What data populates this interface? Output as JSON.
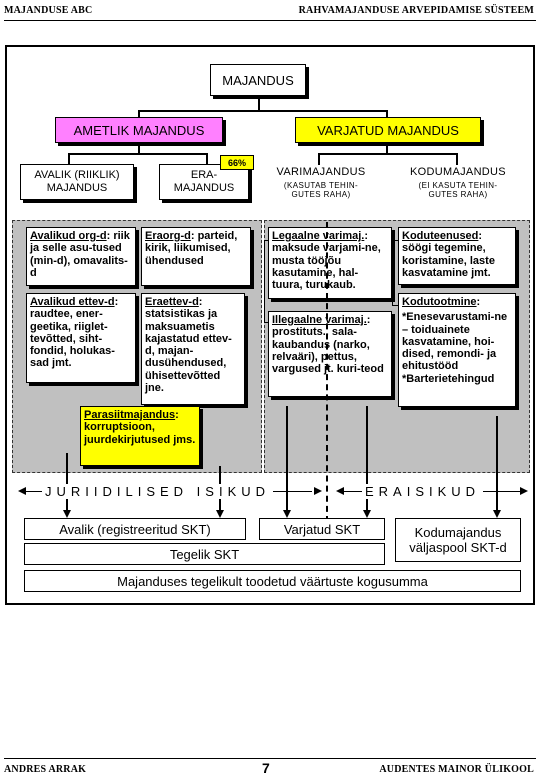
{
  "header": {
    "left": "MAJANDUSE ABC",
    "right": "RAHVAMAJANDUSE ARVEPIDAMISE SÜSTEEM"
  },
  "footer": {
    "left": "ANDRES ARRAK",
    "page": "7",
    "right": "AUDENTES MAINOR ÜLIKOOL"
  },
  "diagram": {
    "root": "MAJANDUS",
    "ametlik": "AMETLIK MAJANDUS",
    "varjatud": "VARJATUD MAJANDUS",
    "avalik_line1": "AVALIK (RIIKLIK)",
    "avalik_line2": "MAJANDUS",
    "era_line1": "ERA-",
    "era_line2": "MAJANDUS",
    "era_badge": "66%",
    "vari": "VARIMAJANDUS",
    "vari_note1": "(KASUTAB TEHIN-",
    "vari_note2": "GUTES RAHA)",
    "kodu": "KODUMAJANDUS",
    "kodu_note1": "(EI KASUTA TEHIN-",
    "kodu_note2": "GUTES RAHA)",
    "avalik_org_title": "Avalikud org-d",
    "avalik_org_body": ": riik ja selle asu-tused (min-d), omavalits-d",
    "era_org_title": "Eraorg-d",
    "era_org_body": ": parteid, kirik, liikumised, ühendused",
    "avalik_ettev_title": "Avalikud ettev-d",
    "avalik_ettev_body": ": raudtee, ener-geetika, riiglet-tevõtted, siht-fondid, holukas-sad jmt.",
    "era_ettev_title": "Eraettev-d",
    "era_ettev_body": ": statsistikas ja maksuametis kajastatud ettev-d, majan-dusühendused, ühisettevõtted jne.",
    "legaalne_title": "Legaalne varimaj.",
    "legaalne_body": ": maksude varjami-ne, musta tööjõu kasutamine, hal-tuura, turukaub.",
    "illegaalne_title": "Illegaalne varimaj.",
    "illegaalne_body": ": prostituts., sala-kaubandus (narko, relvaäri), pettus, vargused jt. kuri-teod",
    "koduteenused_title": "Koduteenused",
    "koduteenused_body": ": söögi tegemine, koristamine, laste kasvatamine jmt.",
    "kodutootmine_title": "Kodutootmine",
    "kodutootmine_body": ":",
    "kodutootmine_item1": "*Enesevarustami-ne – toiduainete kasvatamine, hoi-dised, remondi- ja ehitustööd",
    "kodutootmine_item2": "*Barterietehingud",
    "parasiit_title": "Parasiitmajandus",
    "parasiit_body": ": korruptsioon, juurdekirjutused jms.",
    "juriidilised": "JURIIDILISED ISIKUD",
    "eraisikud": "ERAISIKUD",
    "avalik_skt": "Avalik (registreeritud SKT)",
    "varjatud_skt": "Varjatud SKT",
    "kodu_skt_line1": "Kodumajandus",
    "kodu_skt_line2": "väljaspool SKT-d",
    "tegelik_skt": "Tegelik SKT",
    "kogusumma": "Majanduses tegelikult toodetud väärtuste kogusumma"
  },
  "colors": {
    "ametlik_fill": "#ff80ff",
    "varjatud_fill": "#ffff00",
    "parasiit_fill": "#ffff00",
    "panel_fill": "#c0c0c0"
  }
}
